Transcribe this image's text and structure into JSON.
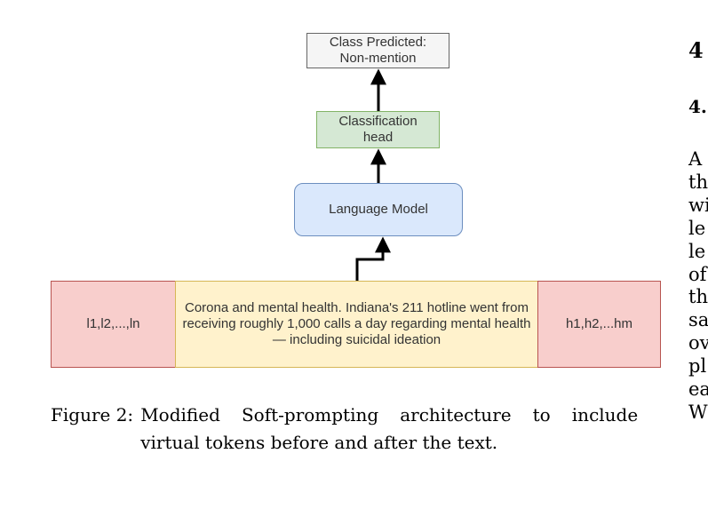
{
  "diagram": {
    "output_box": {
      "line1": "Class Predicted:",
      "line2": "Non-mention"
    },
    "head_box": {
      "line1": "Classification",
      "line2": "head"
    },
    "model_box": {
      "label": "Language Model"
    },
    "prefix_box": {
      "label": "l1,l2,...,ln"
    },
    "text_box": {
      "label": "Corona and mental health. Indiana's 211 hotline went from receiving roughly 1,000 calls a day regarding mental health — including suicidal ideation"
    },
    "suffix_box": {
      "label": "h1,h2,...hm"
    }
  },
  "caption": {
    "label": "Figure 2:",
    "text": "Modified Soft-prompting architecture to include virtual tokens before and after the text."
  },
  "right_column": {
    "section_number": "4",
    "subsection_number": "4.",
    "text_fragments": [
      "A",
      "th",
      "wi",
      "le",
      "le",
      "of",
      "th",
      "sa",
      "ov",
      "pl",
      "ea",
      "W"
    ]
  }
}
